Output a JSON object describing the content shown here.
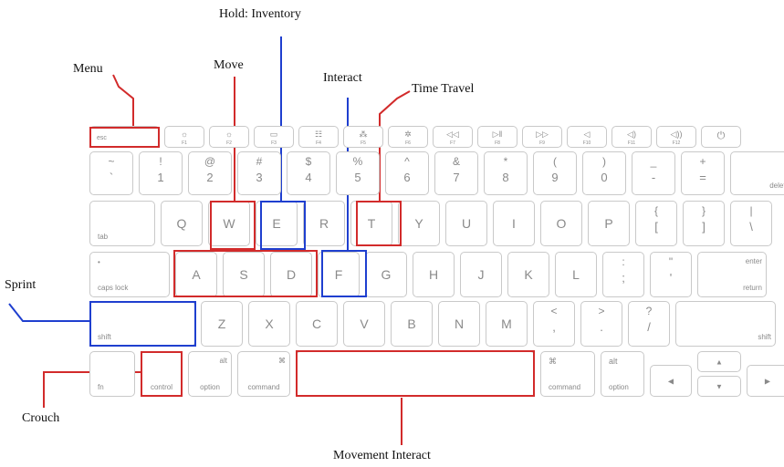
{
  "labels": {
    "hold_inventory": "Hold: Inventory",
    "menu": "Menu",
    "move": "Move",
    "interact": "Interact",
    "time_travel": "Time Travel",
    "sprint": "Sprint",
    "crouch": "Crouch",
    "movement_interact": "Movement Interact"
  },
  "colors": {
    "red": "#d22b2b",
    "blue": "#1f3fcf",
    "key_border": "#c9c9c9",
    "key_text": "#8a8a8a"
  },
  "keyboard": {
    "function_row": [
      {
        "id": "esc",
        "label": "esc",
        "icon": ""
      },
      {
        "id": "f1",
        "label": "F1",
        "icon": "brightness-down-icon"
      },
      {
        "id": "f2",
        "label": "F2",
        "icon": "brightness-up-icon"
      },
      {
        "id": "f3",
        "label": "F3",
        "icon": "mission-control-icon"
      },
      {
        "id": "f4",
        "label": "F4",
        "icon": "launchpad-icon"
      },
      {
        "id": "f5",
        "label": "F5",
        "icon": "keyboard-light-down-icon"
      },
      {
        "id": "f6",
        "label": "F6",
        "icon": "keyboard-light-up-icon"
      },
      {
        "id": "f7",
        "label": "F7",
        "icon": "rewind-icon"
      },
      {
        "id": "f8",
        "label": "F8",
        "icon": "play-pause-icon"
      },
      {
        "id": "f9",
        "label": "F9",
        "icon": "fast-forward-icon"
      },
      {
        "id": "f10",
        "label": "F10",
        "icon": "mute-icon"
      },
      {
        "id": "f11",
        "label": "F11",
        "icon": "volume-down-icon"
      },
      {
        "id": "f12",
        "label": "F12",
        "icon": "volume-up-icon"
      },
      {
        "id": "power",
        "label": "",
        "icon": "power-icon"
      }
    ],
    "number_row": [
      {
        "id": "backtick",
        "top": "~",
        "bottom": "`"
      },
      {
        "id": "1",
        "top": "!",
        "bottom": "1"
      },
      {
        "id": "2",
        "top": "@",
        "bottom": "2"
      },
      {
        "id": "3",
        "top": "#",
        "bottom": "3"
      },
      {
        "id": "4",
        "top": "$",
        "bottom": "4"
      },
      {
        "id": "5",
        "top": "%",
        "bottom": "5"
      },
      {
        "id": "6",
        "top": "^",
        "bottom": "6"
      },
      {
        "id": "7",
        "top": "&",
        "bottom": "7"
      },
      {
        "id": "8",
        "top": "*",
        "bottom": "8"
      },
      {
        "id": "9",
        "top": "(",
        "bottom": "9"
      },
      {
        "id": "0",
        "top": ")",
        "bottom": "0"
      },
      {
        "id": "minus",
        "top": "_",
        "bottom": "-"
      },
      {
        "id": "equals",
        "top": "+",
        "bottom": "="
      },
      {
        "id": "delete",
        "label": "delete"
      }
    ],
    "top_row": [
      {
        "id": "tab",
        "label": "tab"
      },
      {
        "id": "q",
        "label": "Q"
      },
      {
        "id": "w",
        "label": "W"
      },
      {
        "id": "e",
        "label": "E"
      },
      {
        "id": "r",
        "label": "R"
      },
      {
        "id": "t",
        "label": "T"
      },
      {
        "id": "y",
        "label": "Y"
      },
      {
        "id": "u",
        "label": "U"
      },
      {
        "id": "i",
        "label": "I"
      },
      {
        "id": "o",
        "label": "O"
      },
      {
        "id": "p",
        "label": "P"
      },
      {
        "id": "lbracket",
        "top": "{",
        "bottom": "["
      },
      {
        "id": "rbracket",
        "top": "}",
        "bottom": "]"
      },
      {
        "id": "backslash",
        "top": "|",
        "bottom": "\\"
      }
    ],
    "home_row": [
      {
        "id": "capslock",
        "label": "caps lock",
        "dot": "•"
      },
      {
        "id": "a",
        "label": "A"
      },
      {
        "id": "s",
        "label": "S"
      },
      {
        "id": "d",
        "label": "D"
      },
      {
        "id": "f",
        "label": "F"
      },
      {
        "id": "g",
        "label": "G"
      },
      {
        "id": "h",
        "label": "H"
      },
      {
        "id": "j",
        "label": "J"
      },
      {
        "id": "k",
        "label": "K"
      },
      {
        "id": "l",
        "label": "L"
      },
      {
        "id": "semicolon",
        "top": ":",
        "bottom": ";"
      },
      {
        "id": "quote",
        "top": "\"",
        "bottom": "'"
      },
      {
        "id": "return",
        "top": "enter",
        "label": "return"
      }
    ],
    "bottom_row": [
      {
        "id": "lshift",
        "label": "shift"
      },
      {
        "id": "z",
        "label": "Z"
      },
      {
        "id": "x",
        "label": "X"
      },
      {
        "id": "c",
        "label": "C"
      },
      {
        "id": "v",
        "label": "V"
      },
      {
        "id": "b",
        "label": "B"
      },
      {
        "id": "n",
        "label": "N"
      },
      {
        "id": "m",
        "label": "M"
      },
      {
        "id": "comma",
        "top": "<",
        "bottom": ","
      },
      {
        "id": "period",
        "top": ">",
        "bottom": "."
      },
      {
        "id": "slash",
        "top": "?",
        "bottom": "/"
      },
      {
        "id": "rshift",
        "label": "shift"
      }
    ],
    "modifier_row": [
      {
        "id": "fn",
        "label": "fn"
      },
      {
        "id": "control",
        "label": "control"
      },
      {
        "id": "loption",
        "top": "alt",
        "label": "option"
      },
      {
        "id": "lcommand",
        "top": "⌘",
        "label": "command"
      },
      {
        "id": "space",
        "label": ""
      },
      {
        "id": "rcommand",
        "top": "⌘",
        "label": "command"
      },
      {
        "id": "roption",
        "top": "alt",
        "label": "option"
      },
      {
        "id": "left",
        "label": "◀"
      },
      {
        "id": "up",
        "label": "▲"
      },
      {
        "id": "down",
        "label": "▼"
      },
      {
        "id": "right",
        "label": "▶"
      }
    ]
  },
  "highlights": [
    {
      "key": "esc",
      "color": "red",
      "label": "menu"
    },
    {
      "key": "w",
      "color": "red",
      "label": "move"
    },
    {
      "key": "asd",
      "color": "red",
      "label": "move"
    },
    {
      "key": "e",
      "color": "blue",
      "label": "hold_inventory"
    },
    {
      "key": "f",
      "color": "blue",
      "label": "interact"
    },
    {
      "key": "t",
      "color": "red",
      "label": "time_travel"
    },
    {
      "key": "lshift",
      "color": "blue",
      "label": "sprint"
    },
    {
      "key": "control",
      "color": "red",
      "label": "crouch"
    },
    {
      "key": "space",
      "color": "red",
      "label": "movement_interact"
    }
  ]
}
